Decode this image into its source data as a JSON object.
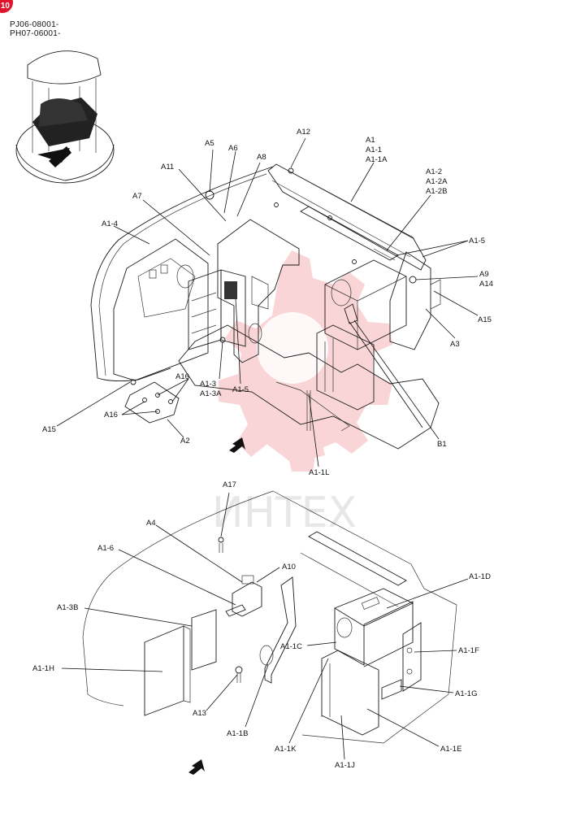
{
  "page_badge": "10",
  "serials": [
    "PJ06-08001-",
    "PH07-06001-"
  ],
  "watermark": "ИНТЕХ",
  "colors": {
    "watermark": "#f4a3a8",
    "line": "#111111",
    "badge": "#e0142c"
  },
  "labels": {
    "a12": "A12",
    "a1": "A1",
    "a1_1": "A1-1",
    "a1_1a": "A1-1A",
    "a5": "A5",
    "a6": "A6",
    "a8": "A8",
    "a11": "A11",
    "a7": "A7",
    "a1_2": "A1-2",
    "a1_2a": "A1-2A",
    "a1_2b": "A1-2B",
    "a1_4": "A1-4",
    "a1_5_top": "A1-5",
    "a9": "A9",
    "a14": "A14",
    "a15_right": "A15",
    "a3": "A3",
    "a16_a": "A16",
    "a1_3": "A1-3",
    "a1_3a": "A1-3A",
    "a1_5_mid": "A1-5",
    "a15_left": "A15",
    "a16_b": "A16",
    "a2": "A2",
    "b1": "B1",
    "a1_1l": "A1-1L",
    "a17": "A17",
    "a4": "A4",
    "a1_6": "A1-6",
    "a10": "A10",
    "a1_1d": "A1-1D",
    "a1_3b": "A1-3B",
    "a1_1c": "A1-1C",
    "a1_1f": "A1-1F",
    "a1_1h": "A1-1H",
    "a1_1g": "A1-1G",
    "a13": "A13",
    "a1_1b": "A1-1B",
    "a1_1k": "A1-1K",
    "a1_1e": "A1-1E",
    "a1_1j": "A1-1J"
  }
}
